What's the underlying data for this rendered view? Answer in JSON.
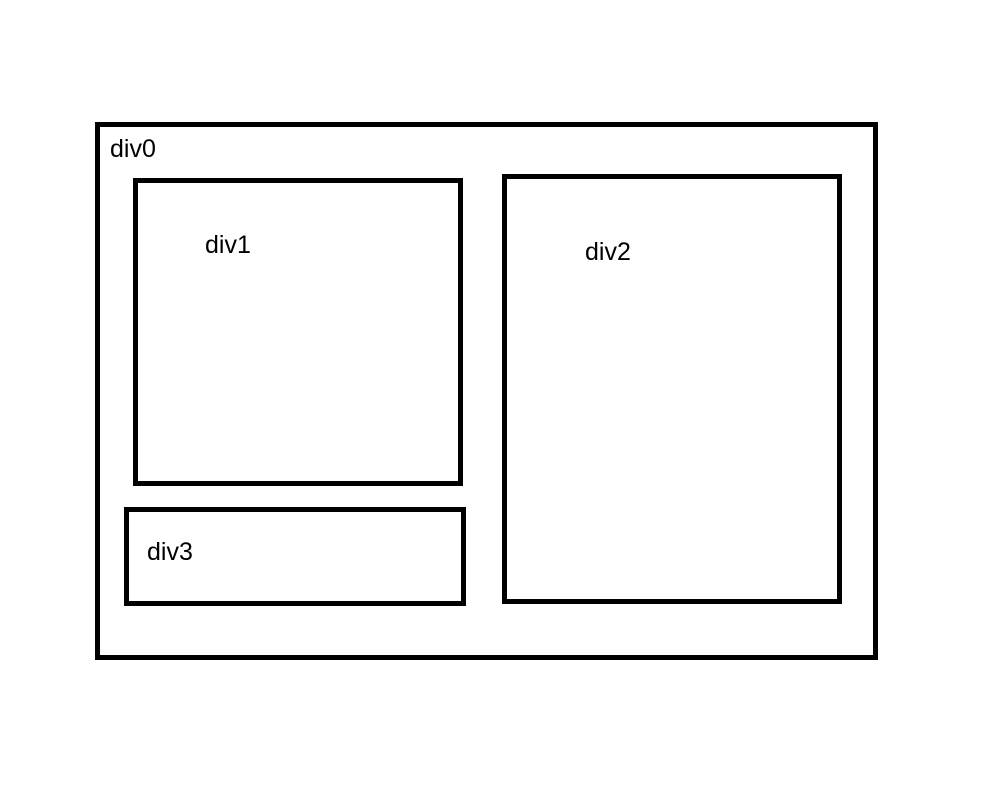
{
  "diagram": {
    "background_color": "#ffffff",
    "border_color": "#000000",
    "text_color": "#000000",
    "boxes": [
      {
        "id": "div0",
        "label": "div0",
        "role": "outer-container"
      },
      {
        "id": "div1",
        "label": "div1",
        "role": "top-left-child"
      },
      {
        "id": "div2",
        "label": "div2",
        "role": "right-child"
      },
      {
        "id": "div3",
        "label": "div3",
        "role": "bottom-left-child"
      }
    ]
  }
}
